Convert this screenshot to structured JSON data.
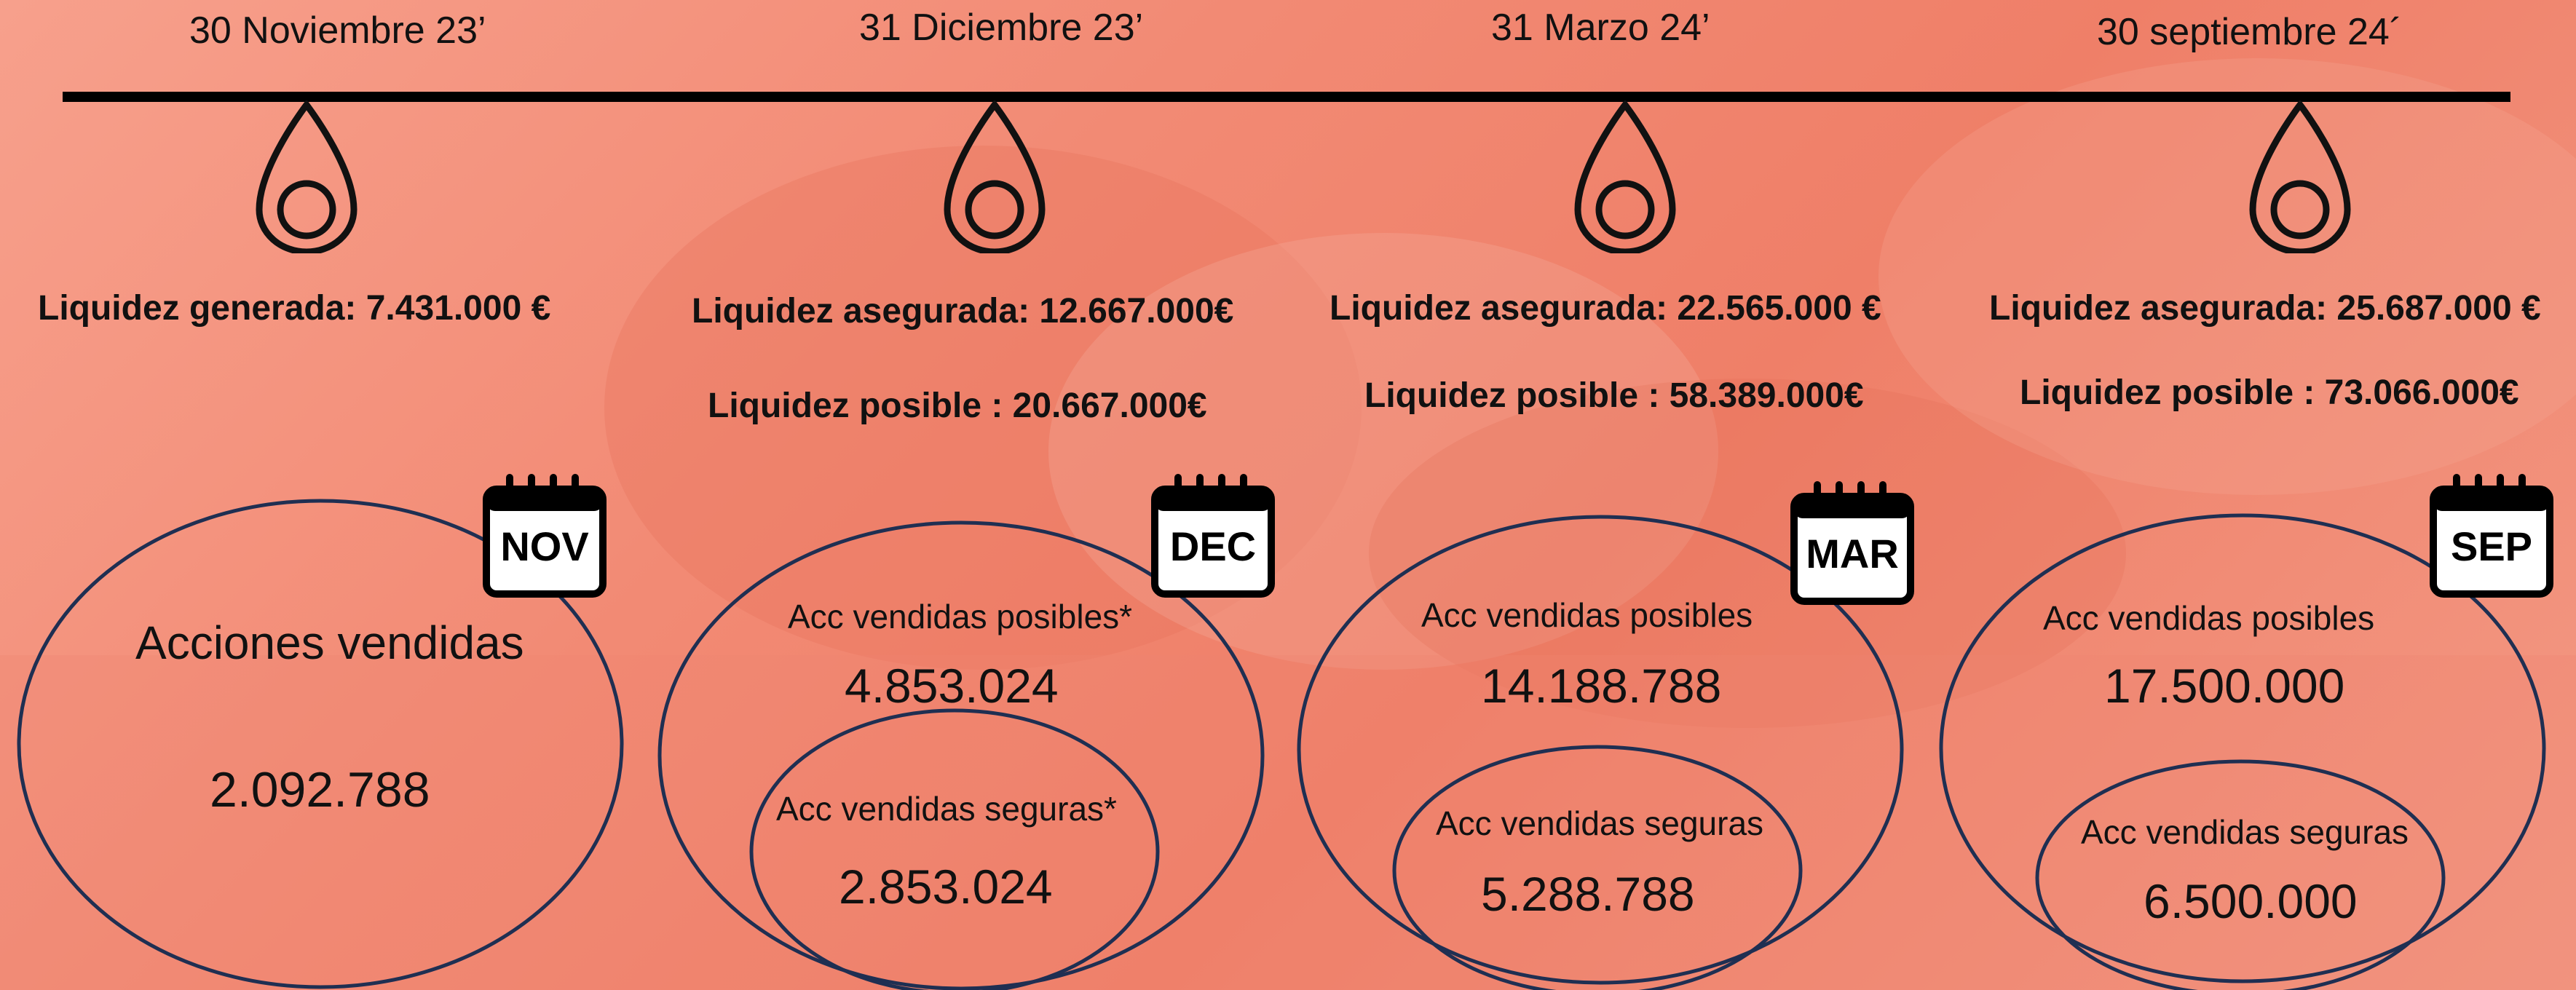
{
  "milestones": [
    {
      "date": "30 Noviembre 23’",
      "liquidity_line1": "Liquidez generada: 7.431.000 €",
      "liquidity_line2": "",
      "month": "NOV",
      "outer_title": "Acciones vendidas",
      "outer_value": "2.092.788",
      "inner_title": "",
      "inner_value": ""
    },
    {
      "date": "31 Diciembre 23’",
      "liquidity_line1": "Liquidez asegurada: 12.667.000€",
      "liquidity_line2": "Liquidez posible : 20.667.000€",
      "month": "DEC",
      "outer_title": "Acc vendidas posibles*",
      "outer_value": "4.853.024",
      "inner_title": "Acc vendidas seguras*",
      "inner_value": "2.853.024"
    },
    {
      "date": "31 Marzo 24’",
      "liquidity_line1": "Liquidez asegurada: 22.565.000 €",
      "liquidity_line2": "Liquidez posible : 58.389.000€",
      "month": "MAR",
      "outer_title": "Acc vendidas posibles",
      "outer_value": "14.188.788",
      "inner_title": "Acc vendidas seguras",
      "inner_value": "5.288.788"
    },
    {
      "date": "30 septiembre 24´",
      "liquidity_line1": "Liquidez asegurada: 25.687.000 €",
      "liquidity_line2": "Liquidez posible : 73.066.000€",
      "month": "SEP",
      "outer_title": "Acc vendidas posibles",
      "outer_value": "17.500.000",
      "inner_title": "Acc vendidas seguras",
      "inner_value": "6.500.000"
    }
  ],
  "colors": {
    "background": "#f28a74",
    "timeline": "#000000",
    "ellipse_stroke": "#1f2f52",
    "text": "#111111"
  },
  "icons": [
    "location-pin-icon",
    "calendar-icon"
  ]
}
